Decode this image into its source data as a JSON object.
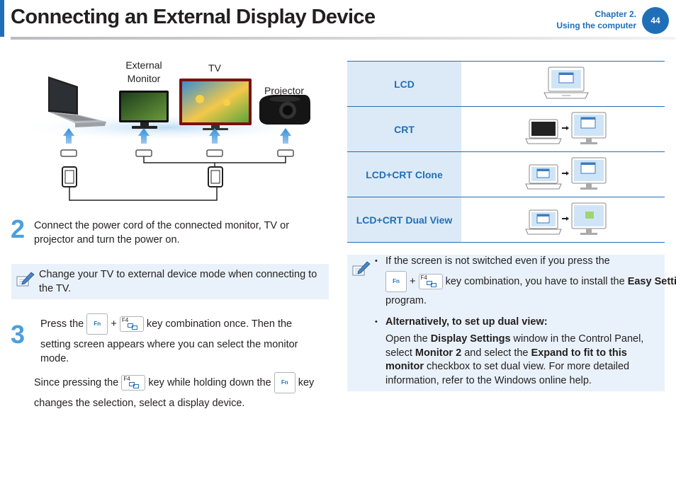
{
  "header": {
    "title": "Connecting an External Display Device",
    "chapter_line1": "Chapter 2.",
    "chapter_line2": "Using the computer",
    "page_number": "44"
  },
  "illustration": {
    "labels": {
      "external_monitor_line1": "External",
      "external_monitor_line2": "Monitor",
      "tv": "TV",
      "projector": "Projector"
    }
  },
  "step2": {
    "number": "2",
    "text": "Connect the power cord of the connected monitor, TV or projector and turn the power on."
  },
  "note1": {
    "icon": "pencil-note-icon",
    "text": "Change your TV to external device mode when connecting to the TV."
  },
  "step3": {
    "number": "3",
    "press": "Press the",
    "plus": "+",
    "after_keys": "key combination once. Then the",
    "line2": "setting screen appears where you can select the monitor mode.",
    "since": "Since pressing the",
    "while_holding": "key while holding down the",
    "key_word": "key",
    "end": "changes the selection, select a display device."
  },
  "keys": {
    "fn": "Fn",
    "f4": "F4"
  },
  "modes_table": [
    {
      "label": "LCD",
      "icon": "lcd-mode-icon"
    },
    {
      "label": "CRT",
      "icon": "crt-mode-icon"
    },
    {
      "label": "LCD+CRT Clone",
      "icon": "clone-mode-icon"
    },
    {
      "label": "LCD+CRT Dual View",
      "icon": "dual-view-mode-icon"
    }
  ],
  "note2": {
    "bullet": "•",
    "bullet1_text1": "If the screen is not switched even if you press the",
    "plus": "+",
    "bullet1_text2": "key combination, you have to install the",
    "bullet1_bold": "Easy Settings",
    "bullet1_text3": "program.",
    "bullet2_title": "Alternatively, to set up dual view:",
    "b2_open": "Open the",
    "b2_display_settings": "Display Settings",
    "b2_window": "window in the Control Panel, select",
    "b2_monitor2": "Monitor 2",
    "b2_and_select": "and select the",
    "b2_expand": "Expand to fit to this monitor",
    "b2_rest": "checkbox to set dual view. For more detailed information, refer to the Windows online help."
  },
  "colors": {
    "accent": "#1f6fb8",
    "step_number": "#4b9fdc",
    "note_bg": "#e9f2fa",
    "table_label_bg": "#dceaf7"
  }
}
